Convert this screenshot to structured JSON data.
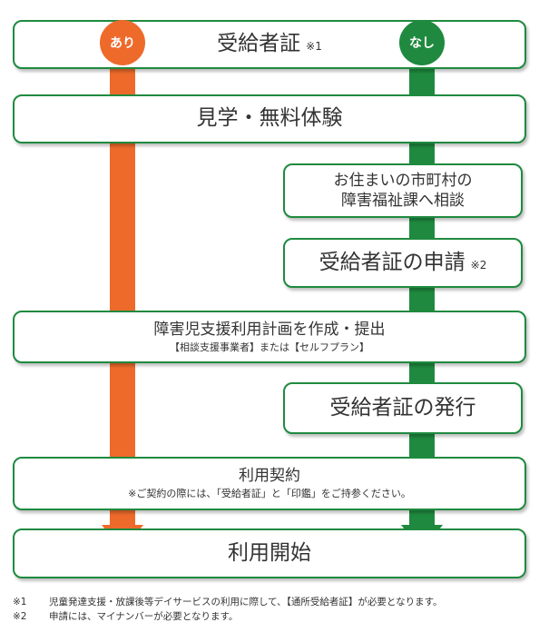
{
  "colors": {
    "ari": "#ee6a2b",
    "nashi": "#1f8a3f",
    "border": "#1f8a3f"
  },
  "labels": {
    "ari": "あり",
    "nashi": "なし"
  },
  "steps": {
    "cert": {
      "text": "受給者証",
      "note": "※1"
    },
    "tour": {
      "text": "見学・無料体験"
    },
    "consult": {
      "line1": "お住まいの市町村の",
      "line2": "障害福祉課へ相談"
    },
    "apply": {
      "text": "受給者証の申請",
      "note": "※2"
    },
    "plan": {
      "text": "障害児支援利用計画を作成・提出",
      "sub": "【相談支援事業者】または【セルフプラン】"
    },
    "issue": {
      "text": "受給者証の発行"
    },
    "contract": {
      "text": "利用契約",
      "sub": "※ご契約の際には、「受給者証」と「印鑑」をご持参ください。"
    },
    "start": {
      "text": "利用開始"
    }
  },
  "footnotes": [
    {
      "mark": "※1",
      "text": "児童発達支援・放課後等デイサービスの利用に際して、【通所受給者証】が必要となります。"
    },
    {
      "mark": "※2",
      "text": "申請には、マイナンバーが必要となります。"
    }
  ]
}
